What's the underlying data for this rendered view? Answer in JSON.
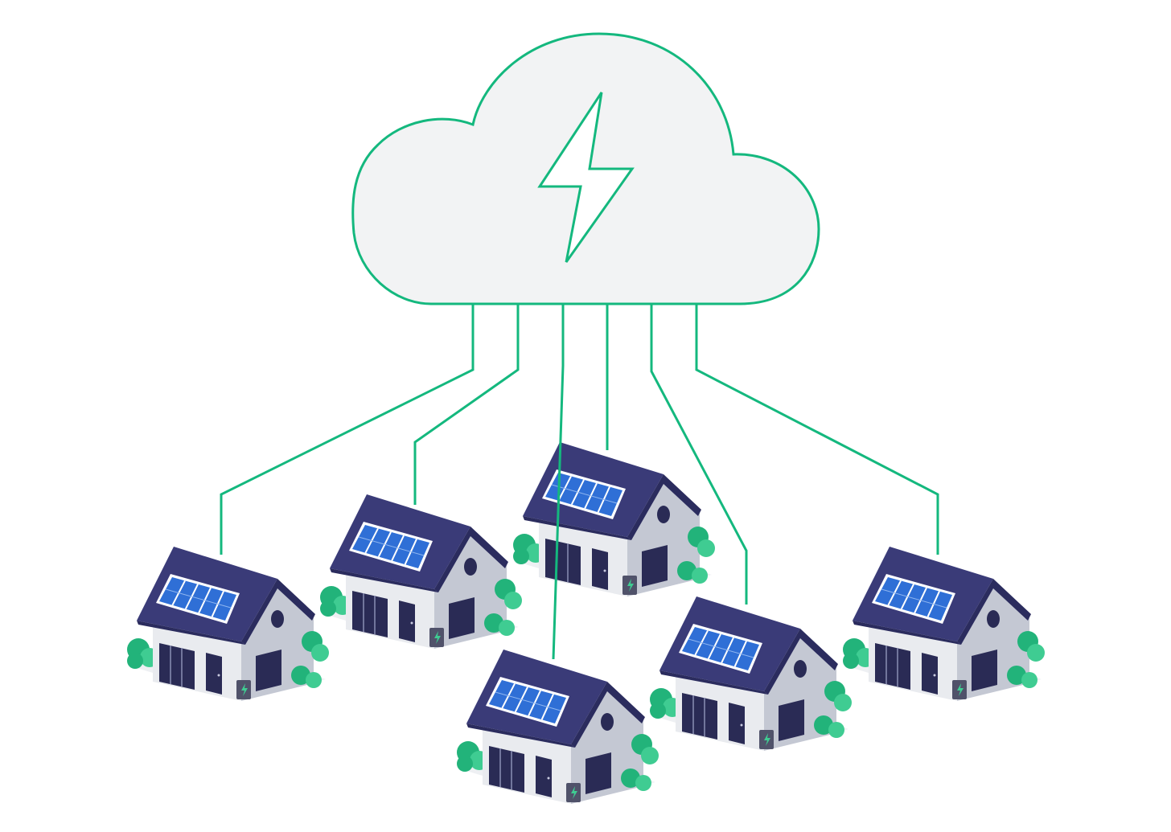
{
  "diagram": {
    "cloud": {
      "icon": "lightning-bolt-icon"
    },
    "houses": [
      {
        "id": "house-1",
        "icon": "solar-house-icon",
        "has_solar_panels": true,
        "has_home_battery": true
      },
      {
        "id": "house-2",
        "icon": "solar-house-icon",
        "has_solar_panels": true,
        "has_home_battery": true
      },
      {
        "id": "house-3",
        "icon": "solar-house-icon",
        "has_solar_panels": true,
        "has_home_battery": true
      },
      {
        "id": "house-4",
        "icon": "solar-house-icon",
        "has_solar_panels": true,
        "has_home_battery": true
      },
      {
        "id": "house-5",
        "icon": "solar-house-icon",
        "has_solar_panels": true,
        "has_home_battery": true
      },
      {
        "id": "house-6",
        "icon": "solar-house-icon",
        "has_solar_panels": true,
        "has_home_battery": true
      }
    ],
    "connections": 6
  },
  "colors": {
    "line": "#14b87e",
    "cloud_fill": "#f2f3f4",
    "roof": "#3a3b78",
    "roof_dark": "#2b2c5e",
    "wall": "#e9ebef",
    "wall_side": "#c4c8d3",
    "solar_panel": "#2f6fd6",
    "window": "#2a2b55",
    "bush": "#22b37a",
    "bush_light": "#3fcc92",
    "battery": "#50526a"
  }
}
